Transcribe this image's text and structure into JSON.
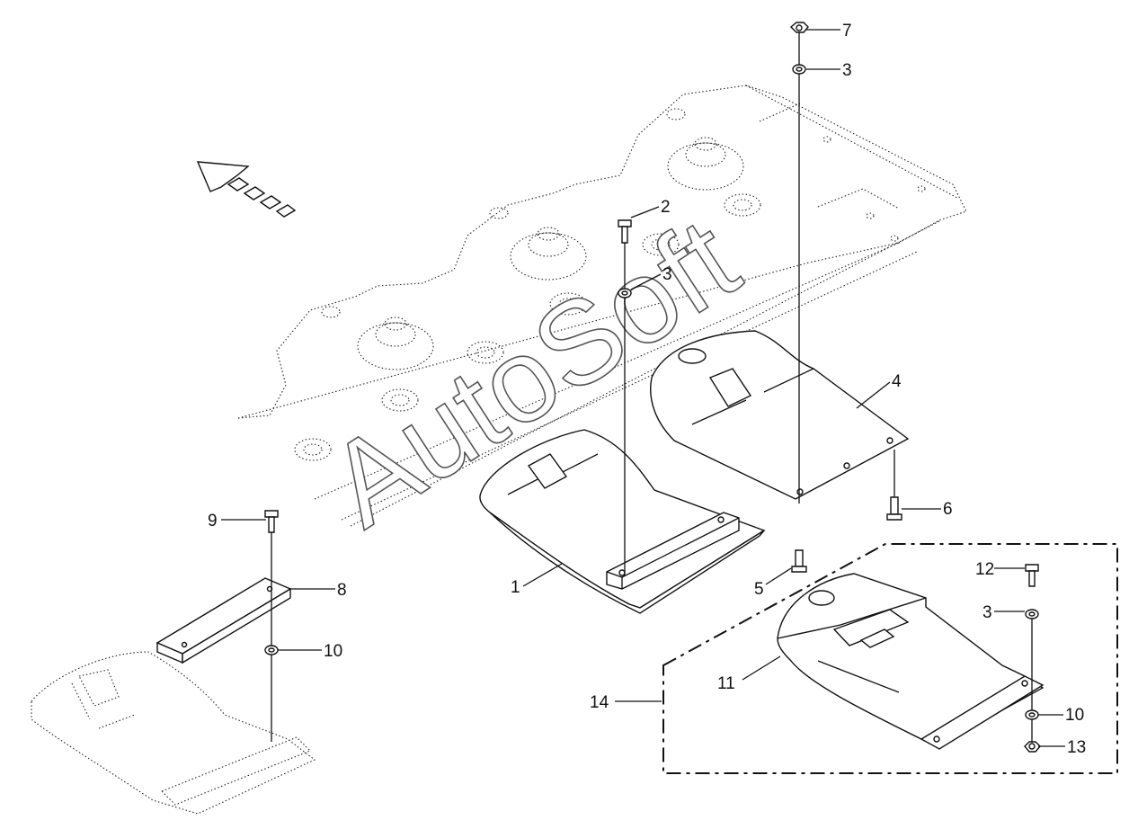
{
  "watermark": "AutoSoft",
  "callouts": [
    {
      "id": "c1",
      "label": "1"
    },
    {
      "id": "c2",
      "label": "2"
    },
    {
      "id": "c3a",
      "label": "3"
    },
    {
      "id": "c3b",
      "label": "3"
    },
    {
      "id": "c3c",
      "label": "3"
    },
    {
      "id": "c4",
      "label": "4"
    },
    {
      "id": "c5",
      "label": "5"
    },
    {
      "id": "c6",
      "label": "6"
    },
    {
      "id": "c7",
      "label": "7"
    },
    {
      "id": "c8",
      "label": "8"
    },
    {
      "id": "c9",
      "label": "9"
    },
    {
      "id": "c10a",
      "label": "10"
    },
    {
      "id": "c10b",
      "label": "10"
    },
    {
      "id": "c11",
      "label": "11"
    },
    {
      "id": "c12",
      "label": "12"
    },
    {
      "id": "c13",
      "label": "13"
    },
    {
      "id": "c14",
      "label": "14"
    }
  ]
}
